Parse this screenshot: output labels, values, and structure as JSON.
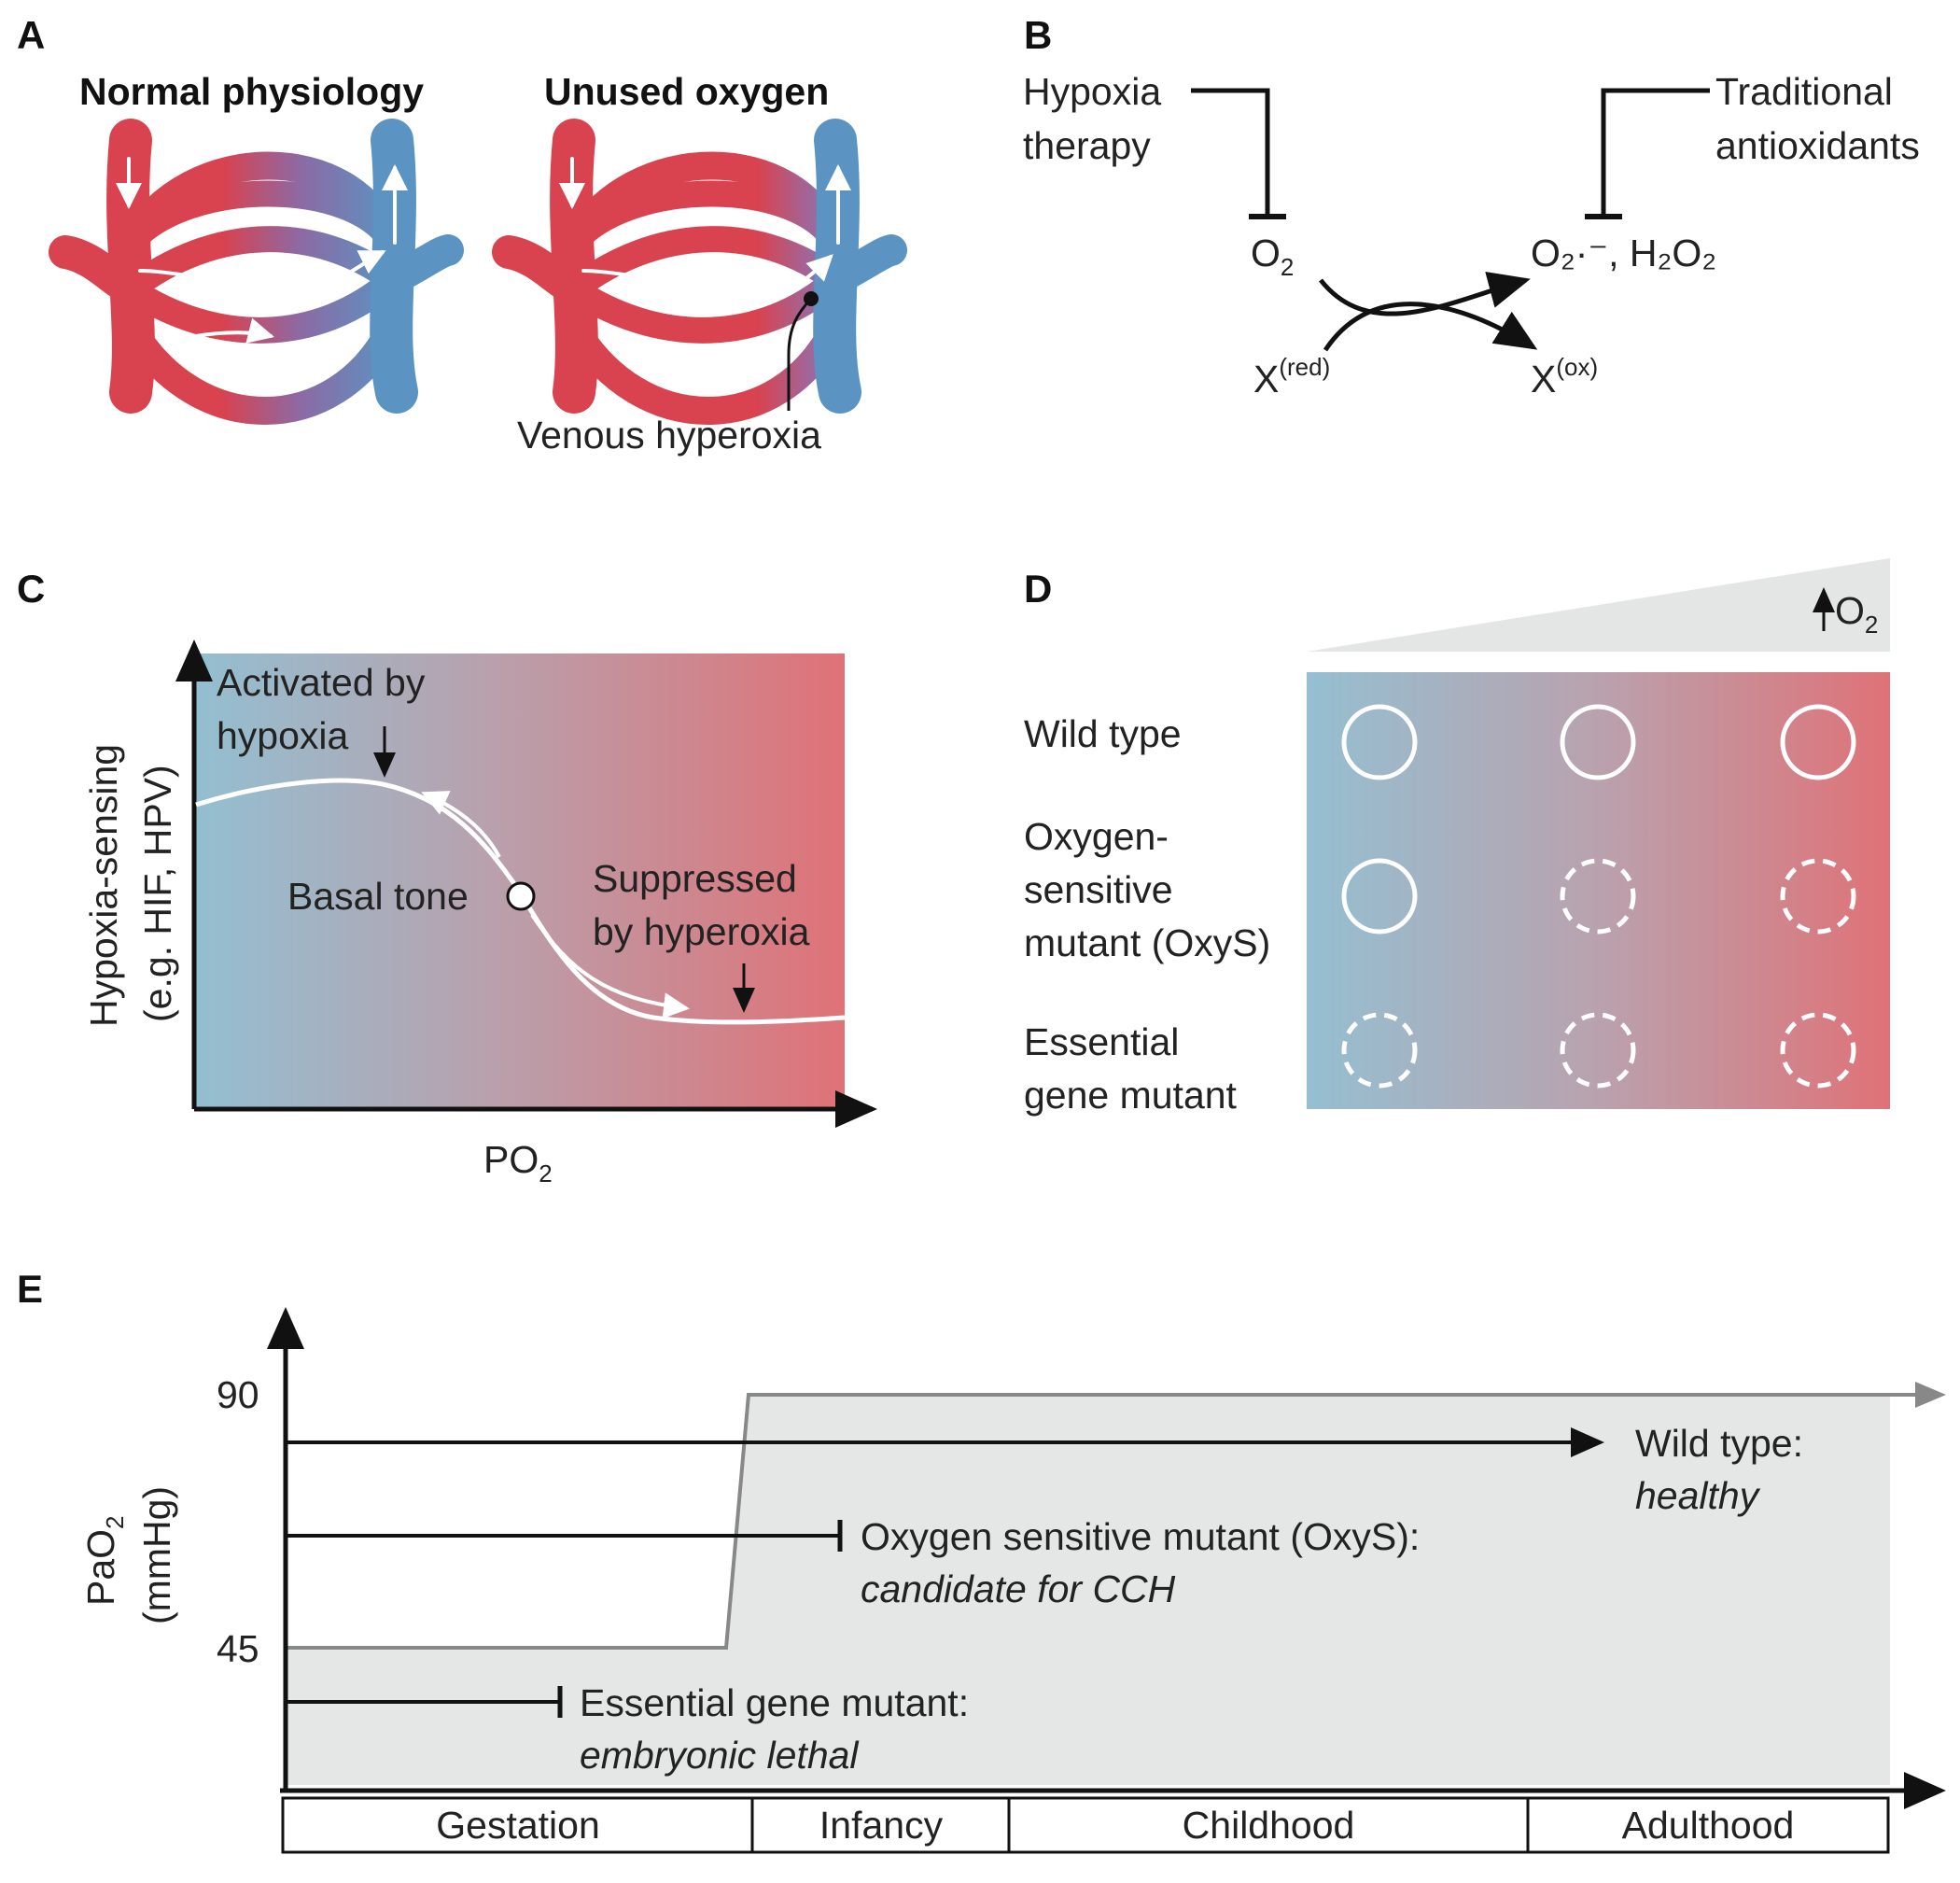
{
  "panels": {
    "A": {
      "letter": "A",
      "title_left": "Normal physiology",
      "title_right": "Unused oxygen",
      "annotation": "Venous hyperoxia"
    },
    "B": {
      "letter": "B",
      "inhibitor_left": [
        "Hypoxia",
        "therapy"
      ],
      "inhibitor_right": [
        "Traditional",
        "antioxidants"
      ],
      "substrate": "O",
      "substrate_sub": "2",
      "products": "O₂·⁻, H₂O₂",
      "reductant": "X",
      "reductant_sup": "(red)",
      "oxidant": "X",
      "oxidant_sup": "(ox)"
    },
    "C": {
      "letter": "C",
      "ylabel": [
        "Hypoxia-sensing",
        "(e.g. HIF, HPV)"
      ],
      "xlabel": "PO",
      "xlabel_sub": "2",
      "annot_activated": [
        "Activated by",
        "hypoxia"
      ],
      "annot_basal": "Basal tone",
      "annot_suppressed": [
        "Suppressed",
        "by hyperoxia"
      ],
      "colors": {
        "low": "#93bfd1",
        "mid": "#b8a1ad",
        "high": "#df7277"
      }
    },
    "D": {
      "letter": "D",
      "gradient_label": "O",
      "gradient_sub": "2",
      "rows": [
        {
          "label": [
            "Wild type"
          ],
          "states": [
            "solid",
            "solid",
            "solid"
          ]
        },
        {
          "label": [
            "Oxygen-",
            "sensitive",
            "mutant (OxyS)"
          ],
          "states": [
            "solid",
            "dashed",
            "dashed"
          ]
        },
        {
          "label": [
            "Essential",
            "gene mutant"
          ],
          "states": [
            "dashed",
            "dashed",
            "dashed"
          ]
        }
      ]
    },
    "E": {
      "letter": "E",
      "ylabel": "PaO",
      "ylabel_sub": "2",
      "ylabel_unit": "(mmHg)",
      "yticks": [
        "90",
        "45"
      ],
      "stages": [
        "Gestation",
        "Infancy",
        "Childhood",
        "Adulthood"
      ],
      "lines": [
        {
          "label": "Wild type:",
          "note": "healthy"
        },
        {
          "label": "Oxygen sensitive mutant (OxyS):",
          "note": "candidate for CCH"
        },
        {
          "label": "Essential gene mutant:",
          "note": "embryonic lethal"
        }
      ]
    }
  }
}
